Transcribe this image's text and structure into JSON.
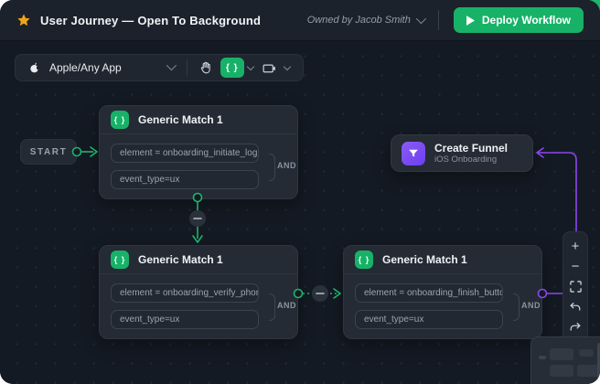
{
  "header": {
    "title": "User Journey — Open To Background",
    "owner_label": "Owned by Jacob Smith",
    "deploy_label": "Deploy Workflow"
  },
  "toolbar": {
    "app_selector_label": "Apple/Any App",
    "icons": [
      "apple-icon",
      "hand-icon",
      "braces-icon",
      "video-camera-icon"
    ]
  },
  "icons": {
    "braces_glyph": "{ }",
    "zoom_in_glyph": "+",
    "zoom_out_glyph": "−"
  },
  "canvas": {
    "start_label": "START",
    "nodes": [
      {
        "title": "Generic Match 1",
        "operator": "AND",
        "fields": [
          "element = onboarding_initiate_login",
          "event_type=ux"
        ]
      },
      {
        "title": "Generic Match 1",
        "operator": "AND",
        "fields": [
          "element = onboarding_verify_phone",
          "event_type=ux"
        ]
      },
      {
        "title": "Generic Match 1",
        "operator": "AND",
        "fields": [
          "element = onboarding_finish_button",
          "event_type=ux"
        ]
      },
      {
        "title": "Create Funnel",
        "subtitle": "iOS Onboarding"
      }
    ],
    "zoom_controls": [
      "zoom-in",
      "zoom-out",
      "fit-view",
      "undo",
      "redo"
    ]
  },
  "colors": {
    "accent_green": "#17b268",
    "wire_green": "#1db46b",
    "accent_purple": "#8d46f0",
    "star_yellow": "#f0a41b",
    "canvas_bg": "#141a23",
    "node_bg": "#242b34"
  }
}
